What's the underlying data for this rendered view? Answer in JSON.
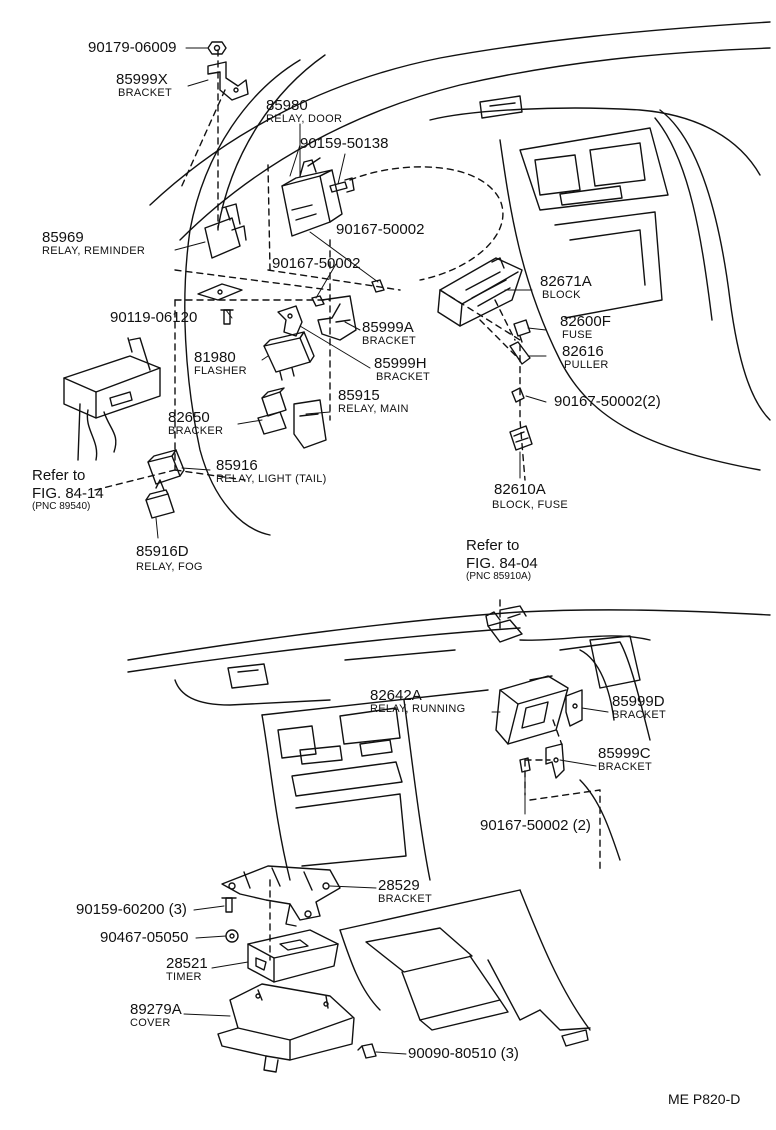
{
  "labels": {
    "p90179": "90179-06009",
    "p85999x": "85999X",
    "p85999x_d": "BRACKET",
    "p85980": "85980",
    "p85980_d": "RELAY, DOOR",
    "p90159_50138": "90159-50138",
    "p85969": "85969",
    "p85969_d": "RELAY, REMINDER",
    "p90167_a": "90167-50002",
    "p90167_b": "90167-50002",
    "p82671a": "82671A",
    "p82671a_d": "BLOCK",
    "p90119": "90119-06120",
    "p85999a": "85999A",
    "p85999a_d": "BRACKET",
    "p82600f": "82600F",
    "p82600f_d": "FUSE",
    "p81980": "81980",
    "p81980_d": "FLASHER",
    "p85999h": "85999H",
    "p85999h_d": "BRACKET",
    "p82616": "82616",
    "p82616_d": "PULLER",
    "p90167_c": "90167-50002(2)",
    "p85915": "85915",
    "p85915_d": "RELAY, MAIN",
    "p82650": "82650",
    "p82650_d": "BRACKER",
    "ref1_a": "Refer to",
    "ref1_b": "FIG. 84-14",
    "ref1_c": "(PNC 89540)",
    "p85916": "85916",
    "p85916_d": "RELAY, LIGHT (TAIL)",
    "p82610a": "82610A",
    "p82610a_d": "BLOCK, FUSE",
    "p85916d": "85916D",
    "p85916d_d": "RELAY, FOG",
    "ref2_a": "Refer to",
    "ref2_b": "FIG. 84-04",
    "ref2_c": "(PNC 85910A)",
    "p82642a": "82642A",
    "p82642a_d": "RELAY, RUNNING",
    "p85999d": "85999D",
    "p85999d_d": "BRACKET",
    "p85999c": "85999C",
    "p85999c_d": "BRACKET",
    "p90167_d": "90167-50002 (2)",
    "p28529": "28529",
    "p28529_d": "BRACKET",
    "p90159_60200": "90159-60200 (3)",
    "p90467": "90467-05050",
    "p28521": "28521",
    "p28521_d": "TIMER",
    "p89279a": "89279A",
    "p89279a_d": "COVER",
    "p90090": "90090-80510 (3)",
    "sheet_id": "ME P820-D"
  }
}
